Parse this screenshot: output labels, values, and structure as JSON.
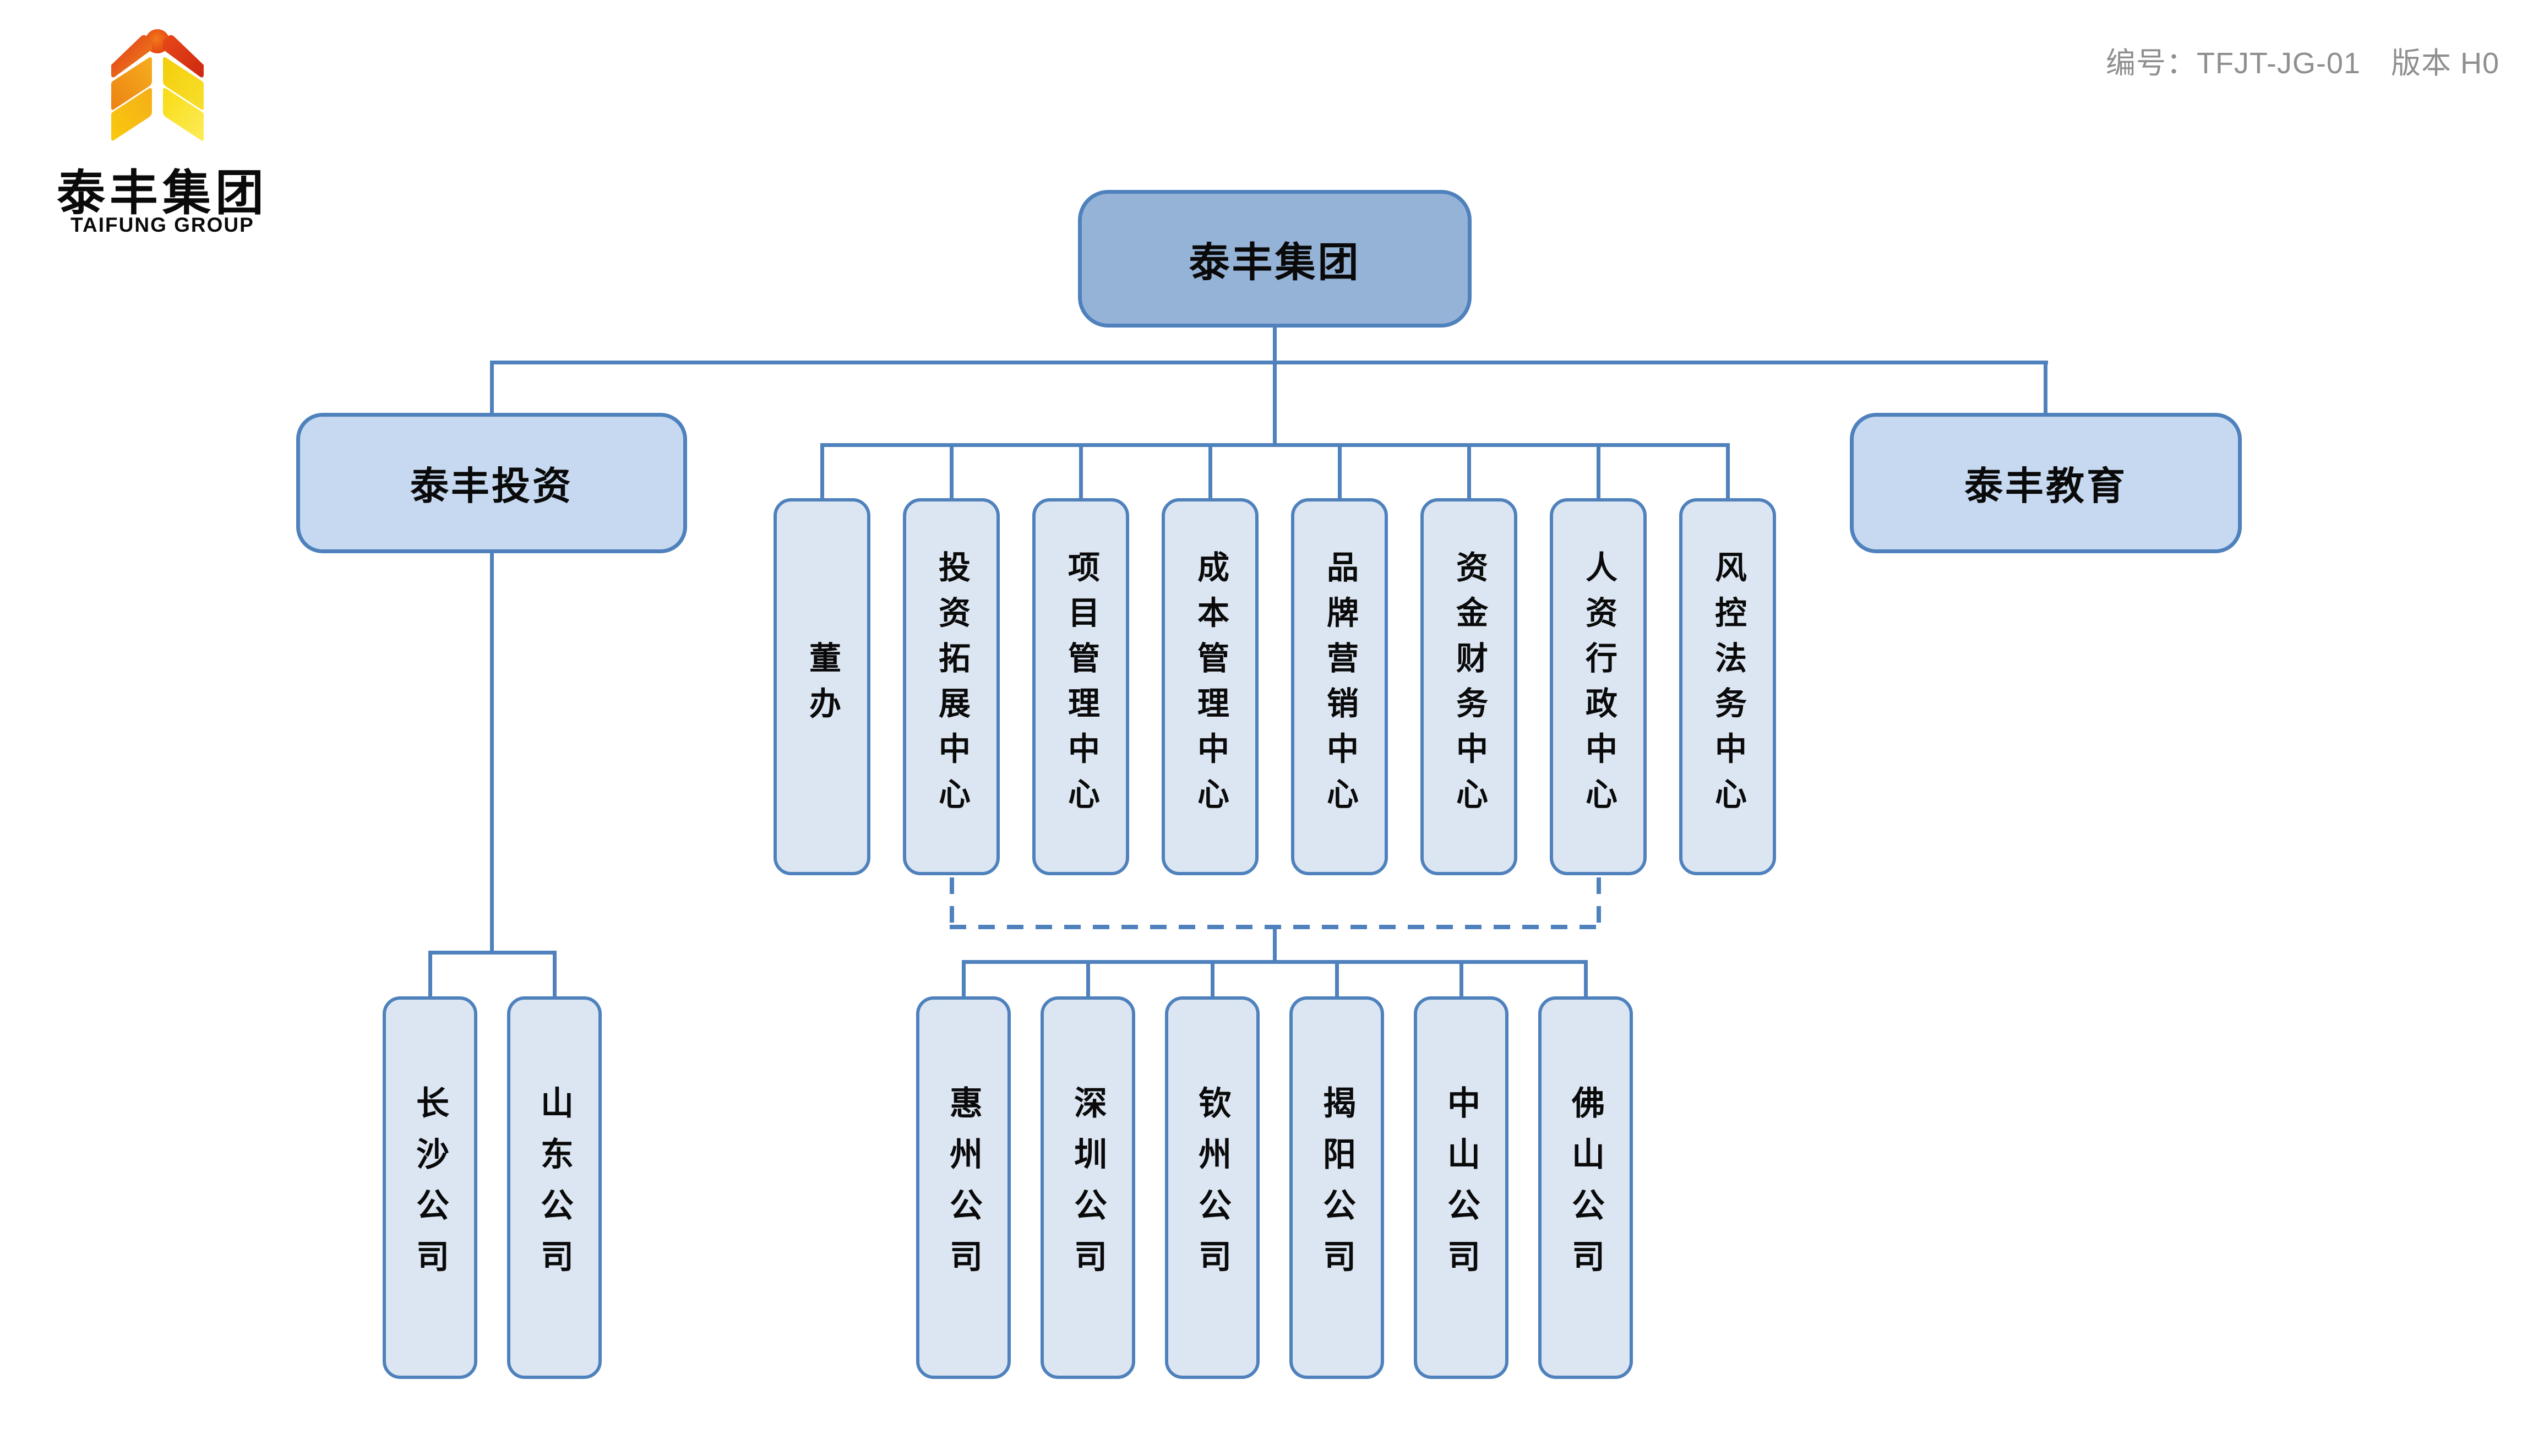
{
  "page": {
    "doc_code": "编号：TFJT-JG-01　版本 H0"
  },
  "logo": {
    "name_cn": "泰丰集团",
    "name_en": "TAIFUNG GROUP",
    "emblem_icon": "wheat-sheaf-icon",
    "emblem_colors": {
      "red": "#df3715",
      "deep_red": "#cc2810",
      "orange": "#f0901b",
      "yellow_orange": "#f6b515",
      "yellow": "#f3ce0b",
      "light_yellow": "#fae24a"
    }
  },
  "chart": {
    "root": {
      "label": "泰丰集团"
    },
    "branch_left": {
      "label": "泰丰投资"
    },
    "branch_right": {
      "label": "泰丰教育"
    },
    "departments": [
      "董办",
      "投资拓展中心",
      "项目管理中心",
      "成本管理中心",
      "品牌营销中心",
      "资金财务中心",
      "人资行政中心",
      "风控法务中心"
    ],
    "invest_subsidiaries": [
      "长沙公司",
      "山东公司"
    ],
    "group_subsidiaries": [
      "惠州公司",
      "深圳公司",
      "钦州公司",
      "揭阳公司",
      "中山公司",
      "佛山公司"
    ]
  },
  "colors": {
    "connector_line": "#4f81bd",
    "root_fill": "#95b3d7",
    "branch_fill": "#c6d9f0",
    "unit_fill": "#dce6f2",
    "box_border": "#4f81bd",
    "text": "#0a0a0a",
    "doc_code_text": "#8f8f8f",
    "background": "#ffffff"
  }
}
